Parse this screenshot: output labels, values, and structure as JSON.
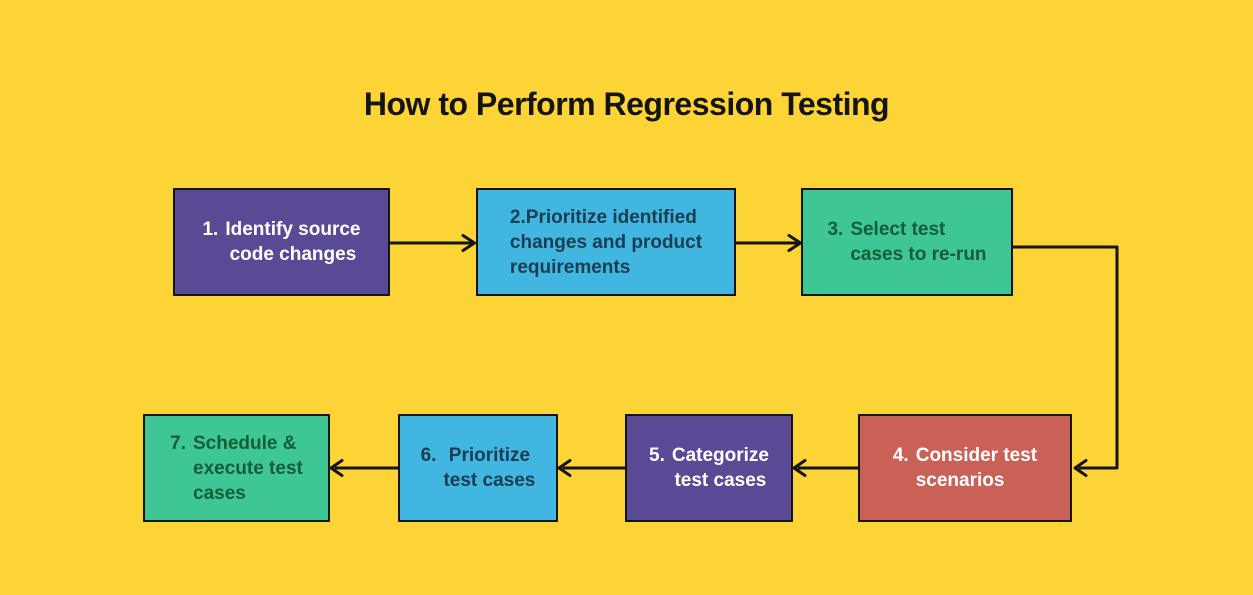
{
  "title": "How to Perform Regression Testing",
  "colors": {
    "background": "#FDD436",
    "ink": "#141414",
    "purple": "#5A4A96",
    "blue": "#41B6E1",
    "green": "#3EC795",
    "red": "#CA6156",
    "text_light": "#FFFFFF",
    "text_on_blue": "#1A3D50",
    "text_on_green": "#155C3B"
  },
  "steps": [
    {
      "number": "1.",
      "lines": [
        "Identify source",
        "code changes"
      ],
      "bg": "#5A4A96",
      "text": "#FFFFFF"
    },
    {
      "number": "2.",
      "lines": [
        "Prioritize identified",
        "changes and product",
        "requirements"
      ],
      "bg": "#41B6E1",
      "text": "#1A3D50"
    },
    {
      "number": "3.",
      "lines": [
        "Select test",
        "cases to re-run"
      ],
      "bg": "#3EC795",
      "text": "#155C3B"
    },
    {
      "number": "4.",
      "lines": [
        "Consider test",
        "scenarios"
      ],
      "bg": "#CA6156",
      "text": "#FFFFFF"
    },
    {
      "number": "5.",
      "lines": [
        "Categorize",
        "test cases"
      ],
      "bg": "#5A4A96",
      "text": "#FFFFFF"
    },
    {
      "number": "6.",
      "lines": [
        "Prioritize",
        "test cases"
      ],
      "bg": "#41B6E1",
      "text": "#1A3D50"
    },
    {
      "number": "7.",
      "lines": [
        "Schedule &",
        "execute test",
        "cases"
      ],
      "bg": "#3EC795",
      "text": "#155C3B"
    }
  ]
}
